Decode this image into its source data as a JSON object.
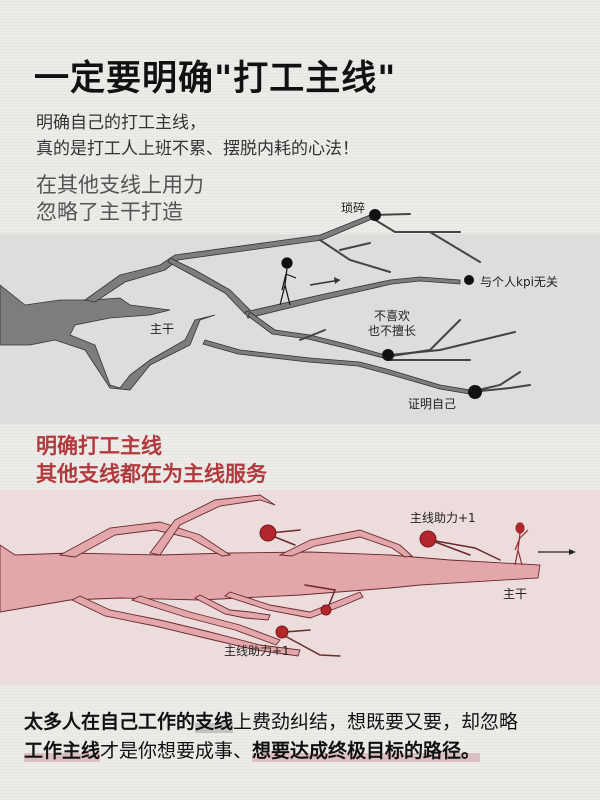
{
  "header": {
    "title": "一定要明确\"打工主线\"",
    "subtitle_line1": "明确自己的打工主线，",
    "subtitle_line2": "真的是打工人上班不累、摆脱内耗的心法！"
  },
  "section_wrong": {
    "heading_line1": "在其他支线上用力",
    "heading_line2": "忽略了主干打造",
    "color": "#555555",
    "labels": {
      "trivial": "琐碎",
      "unrelated_kpi": "与个人kpi无关",
      "dislike_line1": "不喜欢",
      "dislike_line2": "也不擅长",
      "prove_self": "证明自己",
      "trunk": "主干"
    }
  },
  "section_right": {
    "heading_line1": "明确打工主线",
    "heading_line2": "其他支线都在为主线服务",
    "color": "#b03a3e",
    "labels": {
      "boost_top": "主线助力+1",
      "boost_bottom": "主线助力+1",
      "trunk": "主干"
    }
  },
  "summary": {
    "p1_bold": "太多人在自己工作的",
    "p1_bold_hl": "支线",
    "p1_rest": "上费劲纠结，想既要又要，却忽略",
    "p2_bold_hl": "工作主线",
    "p2_mid": "才是你想要成事、",
    "p2_bold_hl2": "想要达成终极目标的路径。"
  }
}
